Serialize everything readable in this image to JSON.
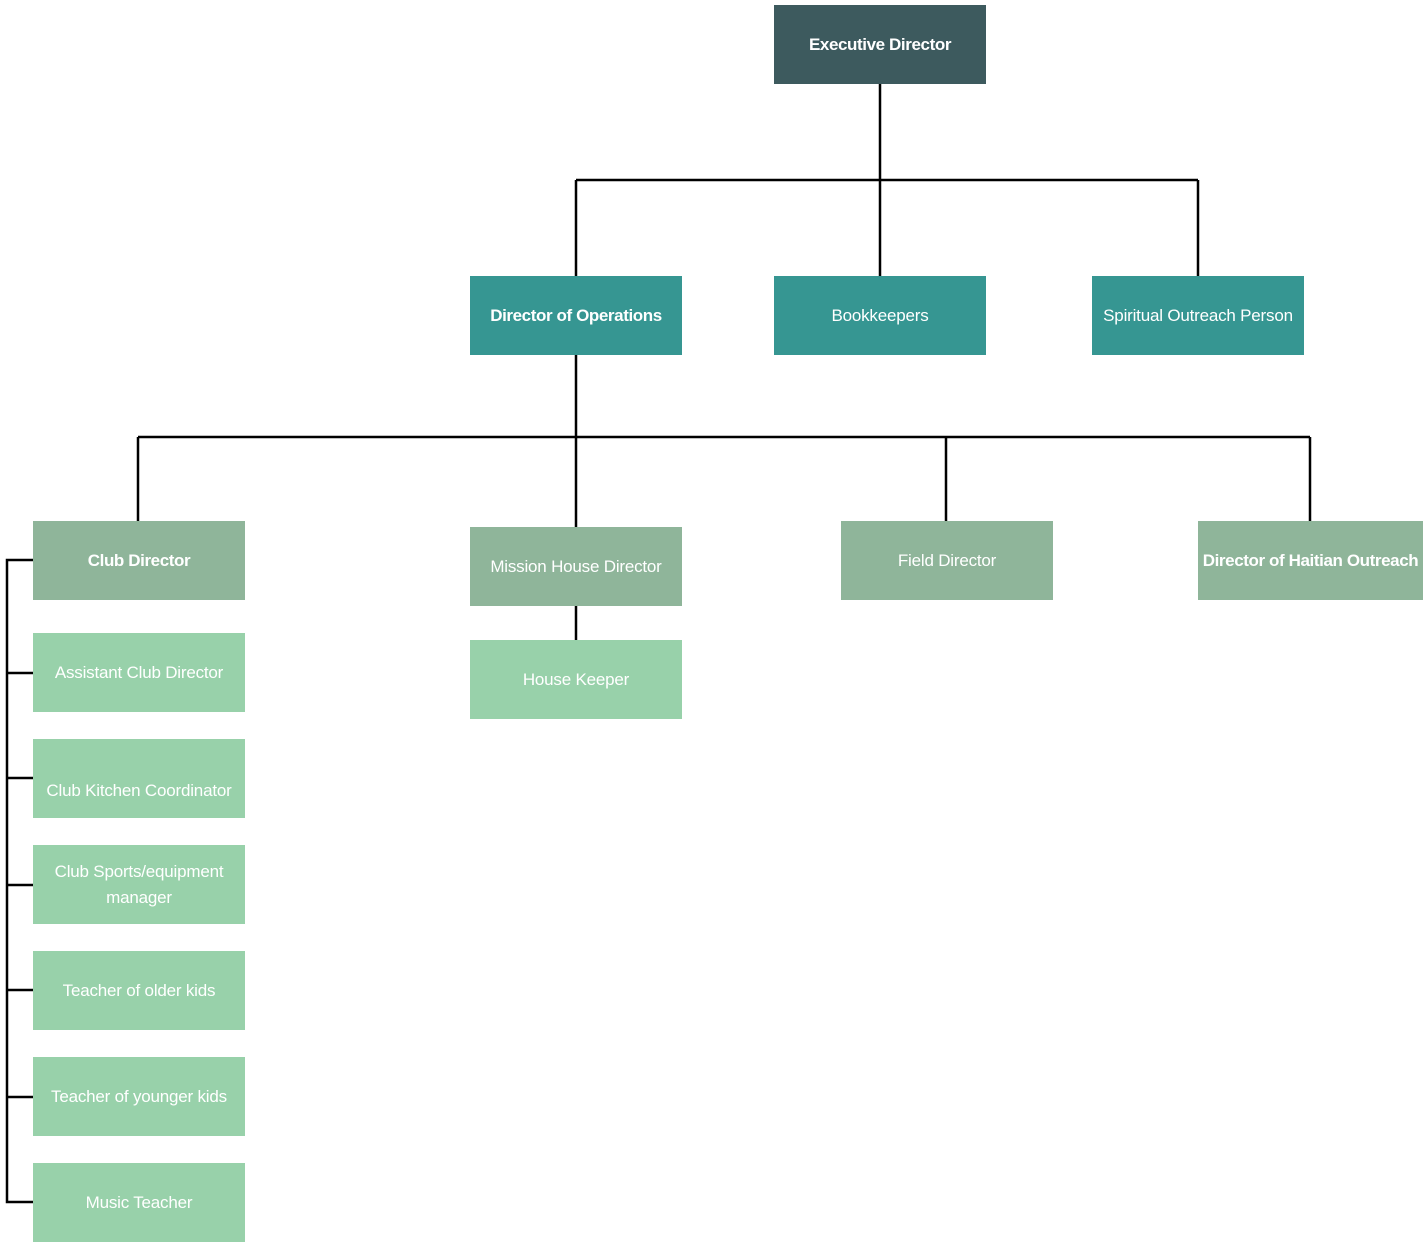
{
  "chart": {
    "executive": "Executive Director",
    "level2": {
      "operations": "Director of Operations",
      "bookkeepers": "Bookkeepers",
      "spiritual": "Spiritual Outreach Person"
    },
    "level3": {
      "club_director": "Club Director",
      "mission_house": "Mission House Director",
      "field_director": "Field Director",
      "haitian_outreach": "Director of Haitian Outreach"
    },
    "mission_house_staff": {
      "house_keeper": "House Keeper"
    },
    "club_staff": [
      "Assistant Club Director",
      "Club Kitchen Coordinator",
      "Club Sports/equipment manager",
      "Teacher of older kids",
      "Teacher of younger kids",
      "Music Teacher"
    ]
  },
  "colors": {
    "executive": "#3d5a5e",
    "level2": "#369692",
    "level3": "#8fb59a",
    "staff": "#98d1aa",
    "connector": "#000000"
  }
}
